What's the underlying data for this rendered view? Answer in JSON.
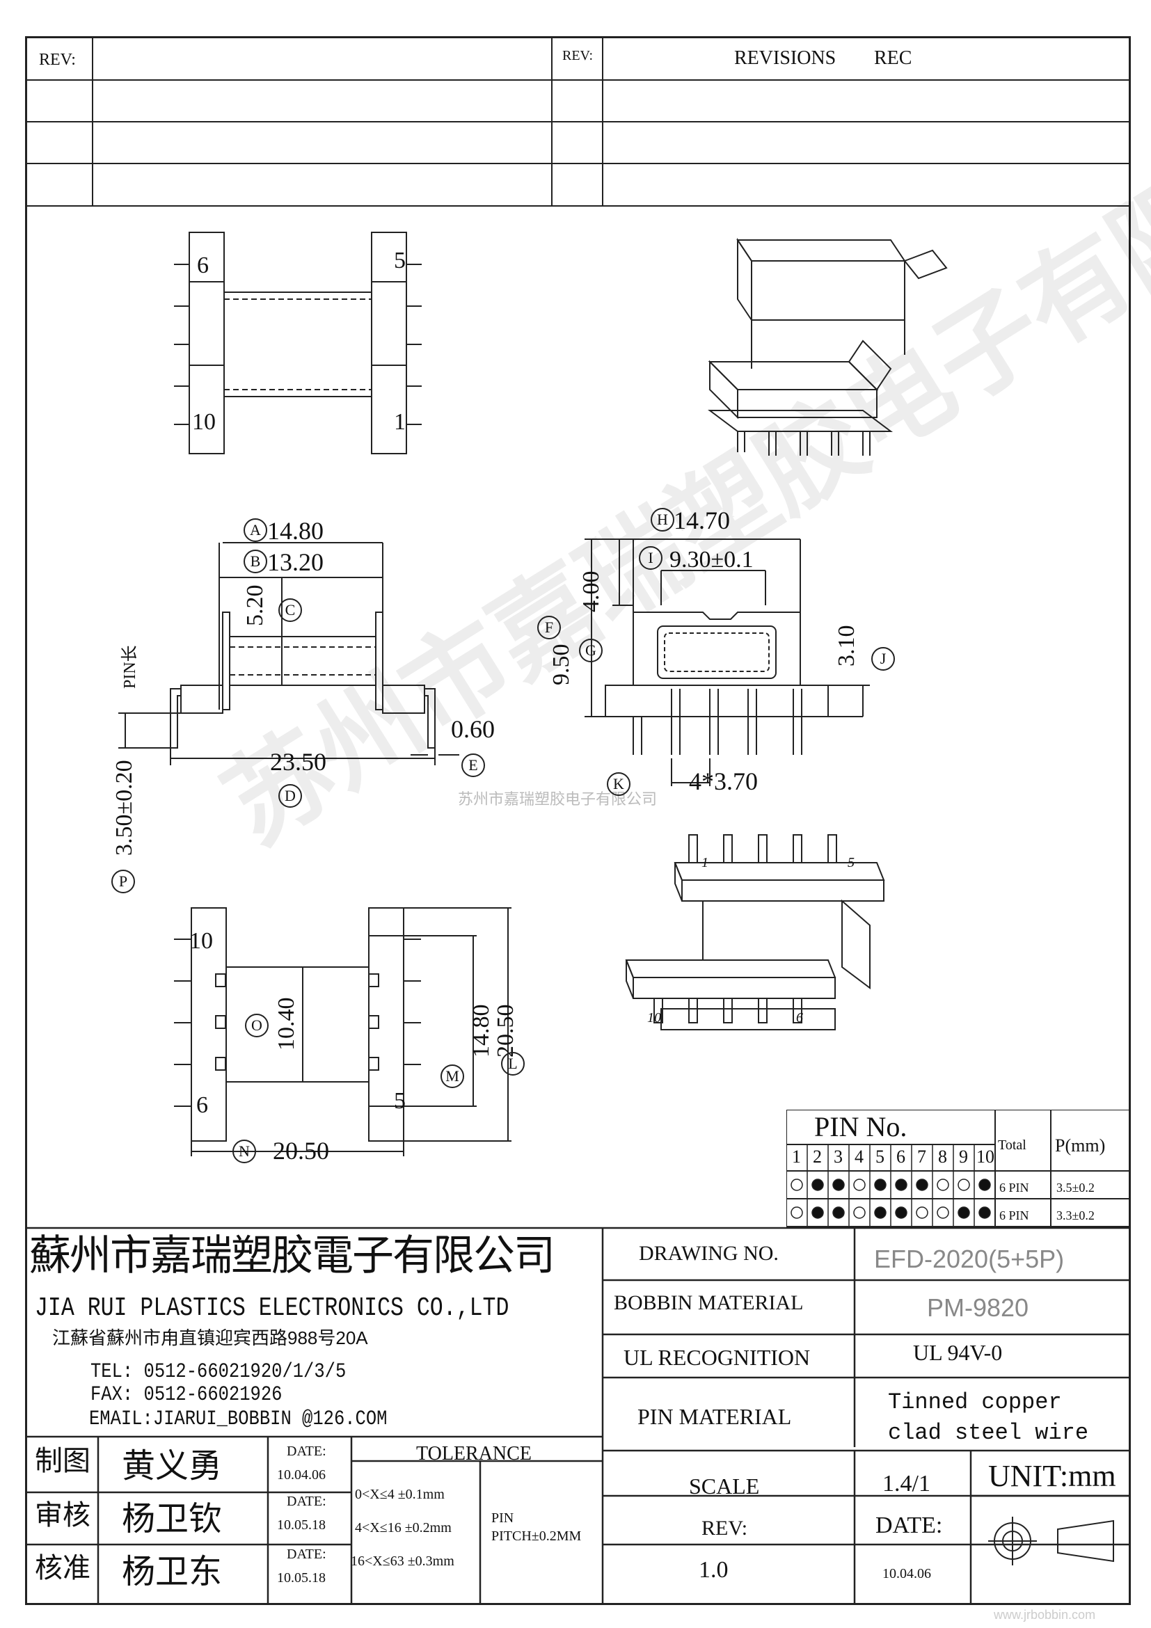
{
  "revisions": {
    "rev_label_left": "REV:",
    "rev_label_right": "REV:",
    "header": "REVISIONS",
    "rec": "REC"
  },
  "drawing": {
    "pin_numbers": {
      "p6": "6",
      "p5": "5",
      "p10": "10",
      "p1": "1",
      "p10b": "10",
      "p6b": "6",
      "p5b": "5",
      "iso1": "1",
      "iso5": "5",
      "iso10": "10",
      "iso6": "6"
    },
    "dims": {
      "A": "A",
      "A_val": "14.80",
      "B": "B",
      "B_val": "13.20",
      "C": "C",
      "C_val": "5.20",
      "D": "D",
      "D_val": "23.50",
      "E": "E",
      "E_val": "0.60",
      "P": "P",
      "P_val": "3.50±0.20",
      "pin_len": "PIN长",
      "H": "H",
      "H_val": "14.70",
      "I": "I",
      "I_val": "9.30±0.1",
      "F": "F",
      "F_val": "9.50",
      "G": "G",
      "G_val": "4.00",
      "J": "J",
      "J_val": "3.10",
      "K": "K",
      "K_val": "4*3.70",
      "O": "O",
      "O_val": "10.40",
      "M": "M",
      "M_val": "14.80",
      "L": "L",
      "L_val": "20.50",
      "N": "N",
      "N_val": "20.50"
    },
    "watermark_line": "苏州市嘉瑞塑胶电子有限公司"
  },
  "pin_table": {
    "title": "PIN No.",
    "total_header": "Total",
    "p_header": "P(mm)",
    "pins": [
      "1",
      "2",
      "3",
      "4",
      "5",
      "6",
      "7",
      "8",
      "9",
      "10"
    ],
    "rows": [
      {
        "pattern": [
          0,
          1,
          1,
          0,
          1,
          1,
          1,
          0,
          0,
          1
        ],
        "total": "6 PIN",
        "p": "3.5±0.2"
      },
      {
        "pattern": [
          0,
          1,
          1,
          0,
          1,
          1,
          0,
          0,
          1,
          1
        ],
        "total": "6 PIN",
        "p": "3.3±0.2"
      }
    ]
  },
  "company": {
    "name_cn": "蘇州市嘉瑞塑胶電子有限公司",
    "name_en": "JIA RUI PLASTICS ELECTRONICS CO.,LTD",
    "address": "江蘇省蘇州市甪直镇迎宾西路988号20A",
    "tel": "TEL: 0512-66021920/1/3/5",
    "fax": "FAX: 0512-66021926",
    "email": "EMAIL:JIARUI_BOBBIN @126.COM"
  },
  "signoff": {
    "rows": [
      {
        "role": "制图",
        "name": "黄义勇",
        "date_label": "DATE:",
        "date": "10.04.06"
      },
      {
        "role": "审核",
        "name": "杨卫钦",
        "date_label": "DATE:",
        "date": "10.05.18"
      },
      {
        "role": "核准",
        "name": "杨卫东",
        "date_label": "DATE:",
        "date": "10.05.18"
      }
    ]
  },
  "tolerance": {
    "header": "TOLERANCE",
    "lines": [
      "0<X≤4  ±0.1mm",
      "4<X≤16 ±0.2mm",
      "16<X≤63 ±0.3mm"
    ],
    "pin_label": "PIN",
    "pin_pitch": "PITCH±0.2MM"
  },
  "spec": {
    "drawing_no_label": "DRAWING  NO.",
    "drawing_no": "EFD-2020(5+5P)",
    "bobbin_material_label": "BOBBIN  MATERIAL",
    "bobbin_material": "PM-9820",
    "ul_label": "UL RECOGNITION",
    "ul_value": "UL 94V-0",
    "pin_material_label": "PIN MATERIAL",
    "pin_material_1": "Tinned copper",
    "pin_material_2": "clad steel wire",
    "scale_label": "SCALE",
    "scale": "1.4/1",
    "unit": "UNIT:mm",
    "rev_label": "REV:",
    "rev": "1.0",
    "date_label": "DATE:",
    "date": "10.04.06"
  },
  "footer_url": "www.jrbobbin.com"
}
